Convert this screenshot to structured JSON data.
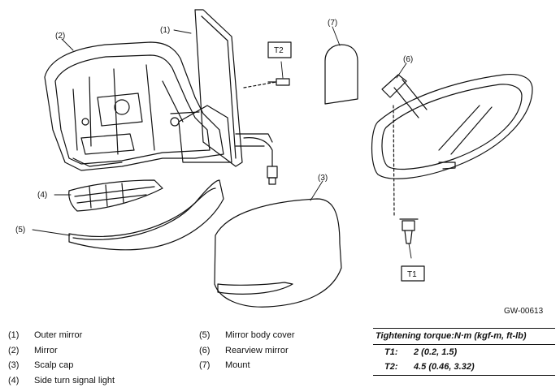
{
  "callouts": {
    "c1": "(1)",
    "c2": "(2)",
    "c3": "(3)",
    "c4": "(4)",
    "c5": "(5)",
    "c6": "(6)",
    "c7": "(7)",
    "t2": "T2",
    "t1": "T1"
  },
  "figure_id": "GW-00613",
  "legend": [
    {
      "num": "(1)",
      "label": "Outer mirror"
    },
    {
      "num": "(2)",
      "label": "Mirror"
    },
    {
      "num": "(3)",
      "label": "Scalp cap"
    },
    {
      "num": "(4)",
      "label": "Side turn signal light"
    },
    {
      "num": "(5)",
      "label": "Mirror body cover"
    },
    {
      "num": "(6)",
      "label": "Rearview mirror"
    },
    {
      "num": "(7)",
      "label": "Mount"
    }
  ],
  "torque": {
    "title": "Tightening torque:N·m (kgf-m, ft-lb)",
    "rows": [
      {
        "key": "T1:",
        "value": "2 (0.2, 1.5)"
      },
      {
        "key": "T2:",
        "value": "4.5 (0.46, 3.32)"
      }
    ]
  }
}
